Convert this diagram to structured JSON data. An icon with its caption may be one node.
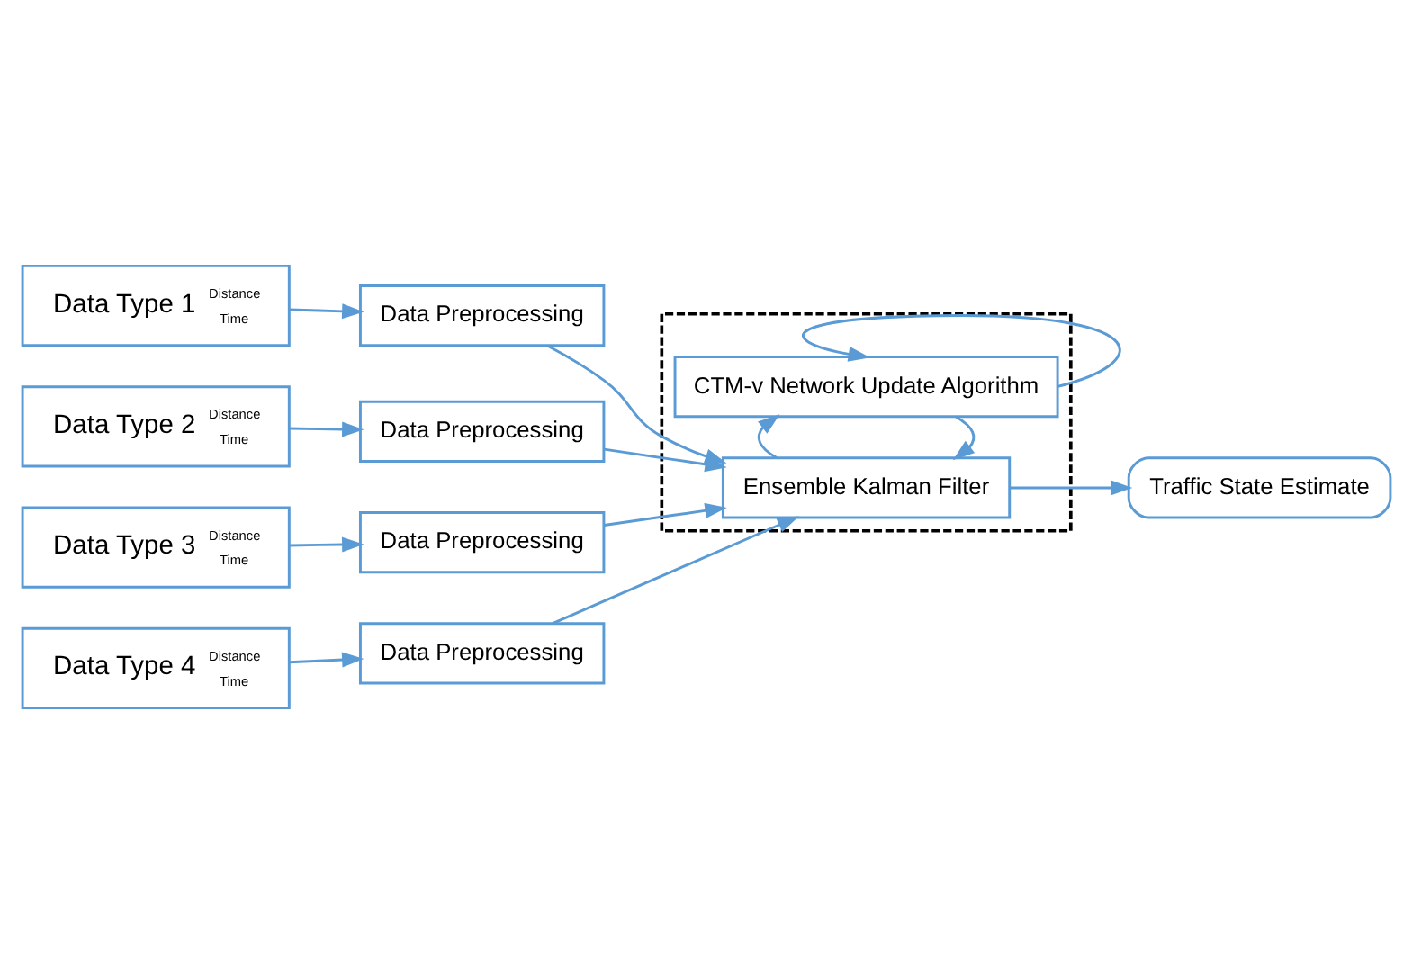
{
  "diagram": {
    "nodes": [
      {
        "text": [
          "Data Type 1",
          "Distance",
          "Time"
        ]
      },
      {
        "text": [
          "Data Preprocessing"
        ]
      },
      {
        "text": [
          "Data Type 2",
          "Distance",
          "Time"
        ]
      },
      {
        "text": [
          "Data Preprocessing"
        ]
      },
      {
        "text": [
          "Data Type 3",
          "Distance",
          "Time"
        ]
      },
      {
        "text": [
          "Data Preprocessing"
        ]
      },
      {
        "text": [
          "Data Type 4",
          "Distance",
          "Time"
        ]
      },
      {
        "text": [
          "Data Preprocessing"
        ]
      },
      {
        "text": [],
        "shape": "box"
      },
      {
        "text": [
          "CTM-v Network Update Algorithm"
        ],
        "in": 8
      },
      {
        "text": [
          "Ensemble Kalman Filter"
        ],
        "in": 8
      },
      {
        "text": [
          "Traffic State Estimate"
        ]
      }
    ],
    "edges": [
      {
        "from": 0,
        "to": 1,
        "arrow": "to"
      },
      {
        "from": 2,
        "to": 3,
        "arrow": "to"
      },
      {
        "from": 4,
        "to": 5,
        "arrow": "to"
      },
      {
        "from": 6,
        "to": 7,
        "arrow": "to"
      },
      {
        "from": 1,
        "to": 10,
        "arrow": "to"
      },
      {
        "from": 3,
        "to": 10,
        "arrow": "to"
      },
      {
        "from": 5,
        "to": 10,
        "arrow": "to"
      },
      {
        "from": 7,
        "to": 10,
        "arrow": "to"
      },
      {
        "from": 9,
        "to": 10,
        "arrow": "to"
      },
      {
        "from": 10,
        "to": 11,
        "arrow": "to"
      },
      {
        "from": 10,
        "to": 9,
        "arrow": "to"
      },
      {
        "from": 9,
        "to": 9,
        "arrow": "to"
      }
    ]
  }
}
